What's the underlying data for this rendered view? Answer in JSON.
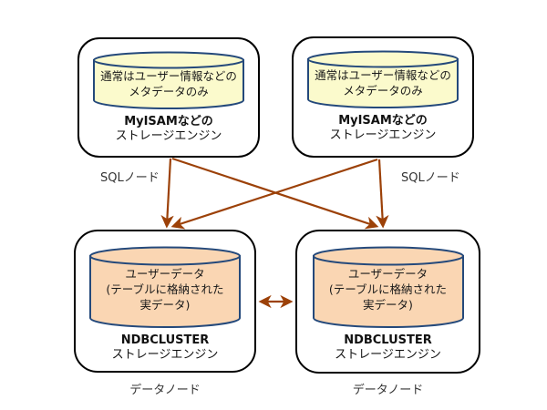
{
  "colors": {
    "box_border": "#000000",
    "cylinder_border": "#24497B",
    "metadata_cylinder_fill": "#FBFACC",
    "data_cylinder_fill": "#FAD6B3",
    "arrow_color": "#9C4108"
  },
  "nodes": {
    "sql_left": {
      "cylinder_line1": "通常はユーザー情報などの",
      "cylinder_line2": "メタデータのみ",
      "caption_line1": "MyISAMなどの",
      "caption_line2": "ストレージエンジン",
      "node_label": "SQLノード"
    },
    "sql_right": {
      "cylinder_line1": "通常はユーザー情報などの",
      "cylinder_line2": "メタデータのみ",
      "caption_line1": "MyISAMなどの",
      "caption_line2": "ストレージエンジン",
      "node_label": "SQLノード"
    },
    "data_left": {
      "cylinder_line1": "ユーザーデータ",
      "cylinder_line2": "(テーブルに格納された",
      "cylinder_line3": "実データ)",
      "caption_line1": "NDBCLUSTER",
      "caption_line2": "ストレージエンジン",
      "node_label": "データノード"
    },
    "data_right": {
      "cylinder_line1": "ユーザーデータ",
      "cylinder_line2": "(テーブルに格納された",
      "cylinder_line3": "実データ)",
      "caption_line1": "NDBCLUSTER",
      "caption_line2": "ストレージエンジン",
      "node_label": "データノード"
    }
  },
  "connections": [
    {
      "from": "sql-node-left",
      "to": "data-node-left",
      "bidirectional": false
    },
    {
      "from": "sql-node-left",
      "to": "data-node-right",
      "bidirectional": false
    },
    {
      "from": "sql-node-right",
      "to": "data-node-left",
      "bidirectional": false
    },
    {
      "from": "sql-node-right",
      "to": "data-node-right",
      "bidirectional": false
    },
    {
      "from": "data-node-left",
      "to": "data-node-right",
      "bidirectional": true
    }
  ]
}
